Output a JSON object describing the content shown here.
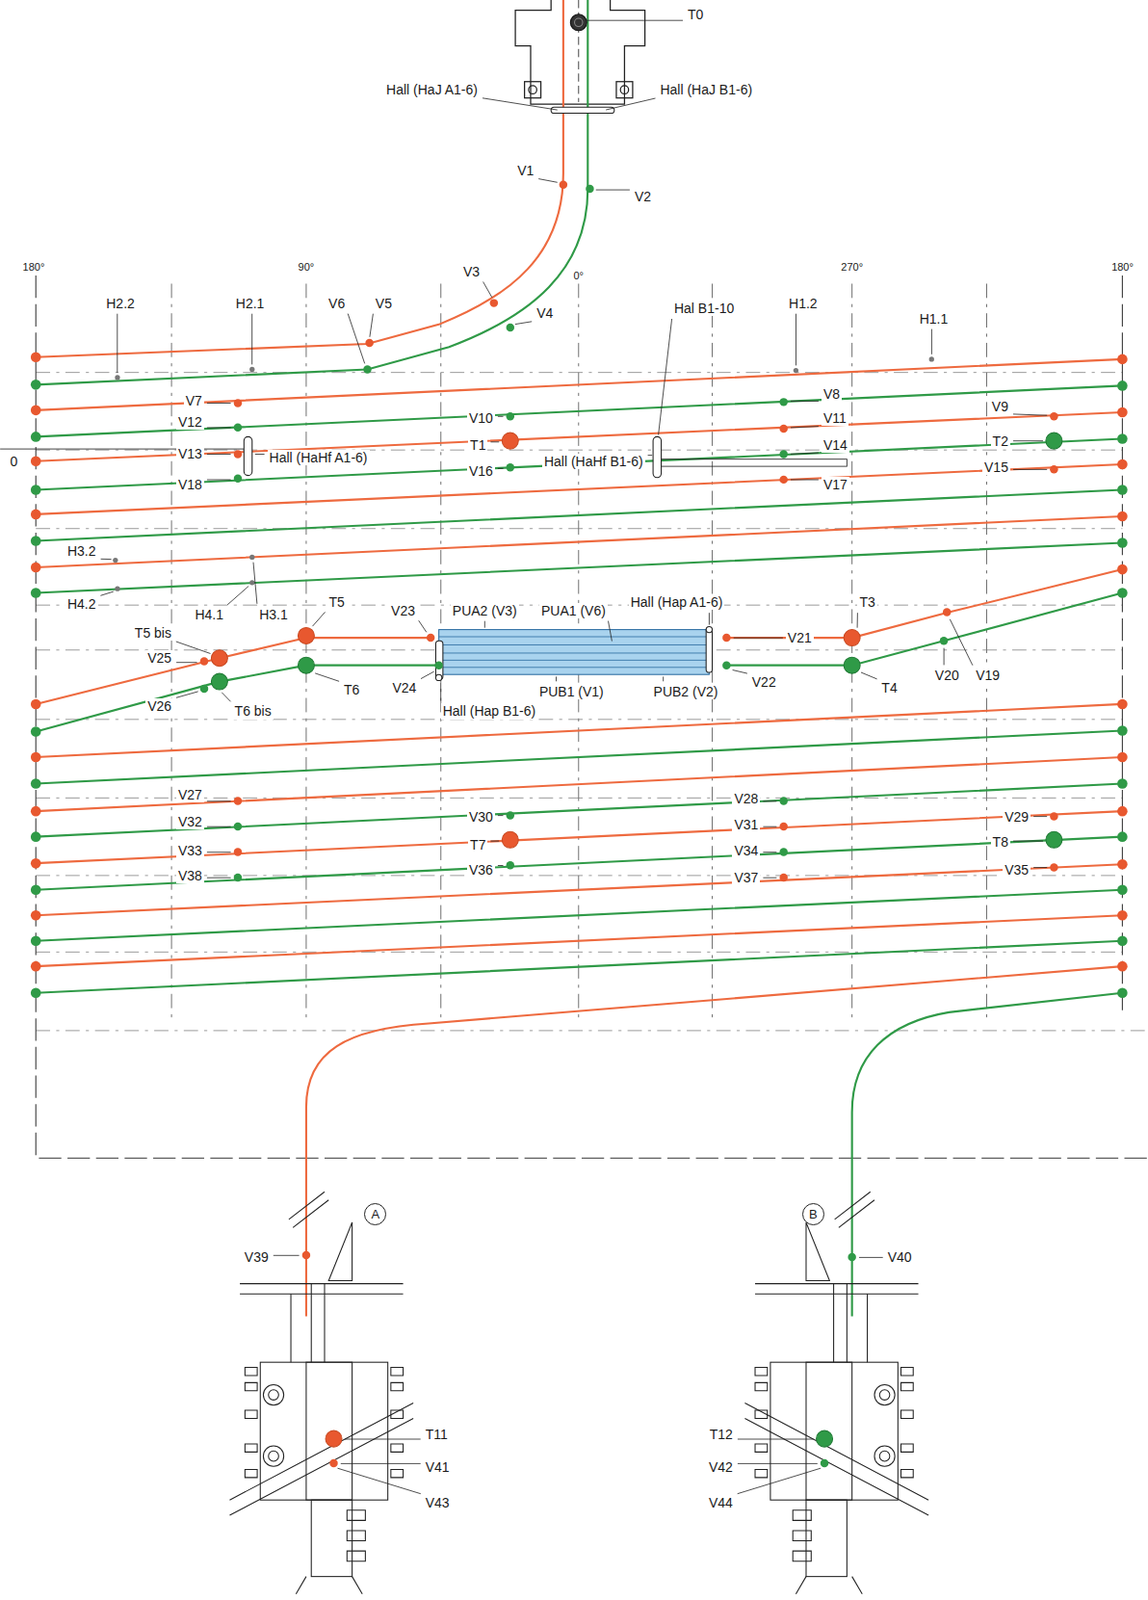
{
  "diagram": {
    "nodes": [
      {
        "text": [
          "A"
        ]
      },
      {
        "text": [
          "B"
        ]
      }
    ],
    "labels": [
      "T0",
      "Hall (HaJ A1-6)",
      "Hall (HaJ B1-6)",
      "V1",
      "V2",
      "180°",
      "90°",
      "0°",
      "270°",
      "180°",
      "H2.2",
      "H2.1",
      "V6",
      "V5",
      "V3",
      "V4",
      "Hal B1-10",
      "H1.2",
      "H1.1",
      "V7",
      "V10",
      "V8",
      "V11",
      "V9",
      "0",
      "V12",
      "T1",
      "Hall (HaHf A1-6)",
      "Hall (HaHf B1-6)",
      "V14",
      "T2",
      "V13",
      "V16",
      "V17",
      "V15",
      "V18",
      "H3.2",
      "H4.2",
      "H4.1",
      "H3.1",
      "T5 bis",
      "T5",
      "V23",
      "PUA2 (V3)",
      "PUA1 (V6)",
      "Hall (Hap A1-6)",
      "V21",
      "T3",
      "V25",
      "V20",
      "V19",
      "V26",
      "T6 bis",
      "T6",
      "V24",
      "Hall (Hap B1-6)",
      "PUB1 (V1)",
      "PUB2 (V2)",
      "V22",
      "T4",
      "V27",
      "V28",
      "V29",
      "V32",
      "V30",
      "V31",
      "T7",
      "T8",
      "V33",
      "V34",
      "V35",
      "V38",
      "V36",
      "V37",
      "V39",
      "V40",
      "T11",
      "T12",
      "V41",
      "V42",
      "V43",
      "V44"
    ]
  }
}
